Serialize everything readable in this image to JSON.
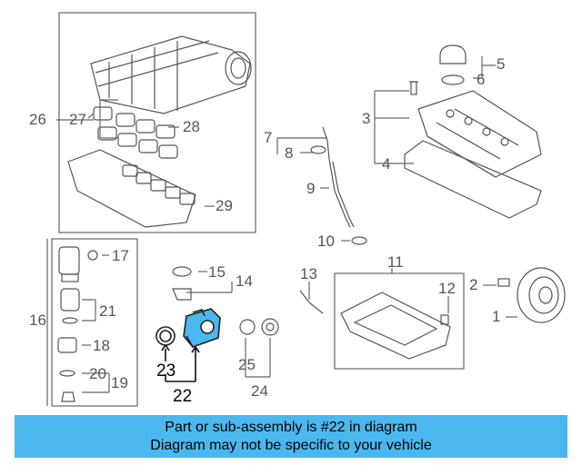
{
  "callouts": {
    "c1": "1",
    "c2": "2",
    "c3": "3",
    "c4": "4",
    "c5": "5",
    "c6": "6",
    "c7": "7",
    "c8": "8",
    "c9": "9",
    "c10": "10",
    "c11": "11",
    "c12": "12",
    "c13": "13",
    "c14": "14",
    "c15": "15",
    "c16": "16",
    "c17": "17",
    "c18": "18",
    "c19": "19",
    "c20": "20",
    "c21": "21",
    "c22": "22",
    "c23": "23",
    "c24": "24",
    "c25": "25",
    "c26": "26",
    "c27": "27",
    "c28": "28",
    "c29": "29"
  },
  "highlighted_part": "22",
  "banner": {
    "line1": "Part or sub-assembly is #22 in diagram",
    "line2": "Diagram may not be specific to your vehicle",
    "color": "#4ab8ee"
  }
}
